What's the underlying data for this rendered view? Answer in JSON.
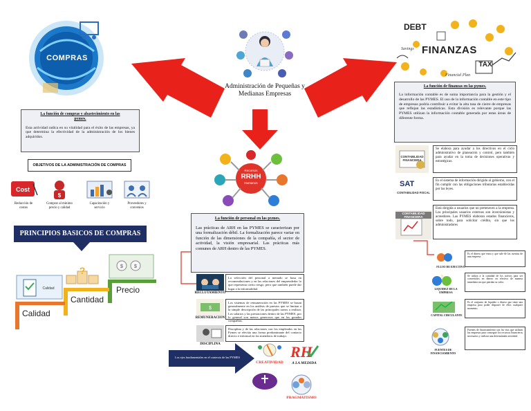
{
  "center": {
    "title_line1": "Administración de Pequeñas y",
    "title_line2": "Medianas Empresas"
  },
  "compras": {
    "logo_text": "COMPRAS",
    "box_title_line1": "La función de compras y abastecimiento en las",
    "box_title_line2": "pymes.",
    "box_text": "Esta actividad radica en su vitalidad para el éxito de las empresas, ya que determina la efectividad de la administración de los bienes adquiridos.",
    "objetivos_title": "OBJETIVOS DE LA ADMINISTRACIÓN DE COMPRAS",
    "objetivos": [
      {
        "label_line1": "Reducción de",
        "label_line2": "costos",
        "icon": "cost-down-icon"
      },
      {
        "label_line1": "Comprar al mínimo",
        "label_line2": "precio y calidad",
        "icon": "dollar-person-icon"
      },
      {
        "label_line1": "Capacitación y",
        "label_line2": "servicio",
        "icon": "training-icon"
      },
      {
        "label_line1": "Proveedores y",
        "label_line2": "convenios",
        "icon": "suppliers-icon"
      }
    ],
    "principios_title": "PRINCIPIOS BASICOS DE COMPRAS",
    "principios": [
      "Calidad",
      "Cantidad",
      "Precio"
    ]
  },
  "finanzas": {
    "word_debt": "DEBT",
    "word_savings": "Savings",
    "word_finanzas": "FINANZAS",
    "word_tax": "TAX",
    "word_financial_plan": "Financial Plan",
    "box_title": "La función de finanzas en las pymes.",
    "box_text": "La información contable es de suma importancia para la gestión y el desarrollo de las PYMES. El uso de la información contable en este tipo de empresas podría contribuir a evitar la alta tasa de cierre de empresas que reflejan las estadísticas. Esta división es relevante porque las PYMES utilizan la información contable generada por estas áreas de diferente forma.",
    "items": [
      {
        "img_text": "CONTABILIDAD FINANCIERA",
        "text": "Se elabora para ayudar a los directivos en el ciclo administrativo de planeación y control, pero también para ayudar en la toma de decisiones operativas y estratégicas."
      },
      {
        "img_text": "SAT",
        "caption": "CONTABILIDAD FISCAL",
        "text": "Es el sistema de información dirigido al gobierno, con el fin cumplir con las obligaciones tributarias establecidas por las leyes."
      },
      {
        "img_text": "CONTABILIDAD FINANCIERA",
        "text": "Está dirigida a usuarios que no pertenecen a la empresa. Los principales usuarios externos son inversionistas y acreedores. Las PYMES elaboran estados financieros, sobre todo, para solicitar crédito, sin que los administradores"
      }
    ],
    "small_items": [
      {
        "caption": "FLUJO DE EFECTIVO",
        "text": "Es el dinero que entra y que sale de las cuentas de una empresa."
      },
      {
        "caption": "LIQUIDEZ DE LA EMPRESA",
        "text": "Se utiliza a la cantidad de los activos para ser convertidos en dinero en efectivo de manera inmediata sin que pierdan su valor."
      },
      {
        "caption": "CAPITAL CIRCULANTE",
        "text": "Es el conjunto de liquidez o dinero que tiene una empresa para poder disponer de ellos cualquier momento."
      },
      {
        "caption": "FUENTES DE FINANCIAMIENTO",
        "text": "Fuentes de financiamiento son las vías que utilizan las empresas para conseguir los recursos financieros necesarios y realizar una determinada actividad."
      }
    ]
  },
  "rrhh": {
    "logo_top": "Recursos",
    "logo_main": "RRHH",
    "logo_bottom": "Humanos",
    "box_title": "La función de personal en las pymes.",
    "box_text": "Las prácticas de ARH en las PYMES se caracterizan por una formalización débil. La formalización parece variar en función de las dimensiones de la compañía, el sector de actividad, la visión empresarial. Las prácticas más comunes de ARH dentro de las PYMES.",
    "items": [
      {
        "caption": "RECLUTAMIENTO",
        "text": "La selección del personal a menudo se basa en recomendaciones y en las relaciones del emprendedor lo que representa cierto riesgo, pero que también puede dar lugar a la informalidad."
      },
      {
        "caption": "REMUNERACION",
        "text": "Los sistemas de remuneración en las PYMES se basan generalmente en los análisis de puestos que se limitan a la simple descripción de las principales tareas a realizar. Los salarios y las prestaciones dentro de las PYMES, por lo general son menos generosos que en las grandes compañías."
      },
      {
        "caption": "DISCIPLINA",
        "text": "Disciplina y de las relaciones con los empleados en las Pymes se efectúa una forma predominante del contacto directo e informal en los miembros de trabajo."
      }
    ],
    "arrow_text": "Los ejes fundamentales en el contexto de las PYMES",
    "ejes": [
      "CREATIVIDAD",
      "A LA MEDIDA",
      "PRAGMATISMO"
    ],
    "rh_logo": "RH"
  },
  "colors": {
    "arrow_red": "#e8221b",
    "navy": "#1f2f63",
    "box_bg": "#f3f4f8",
    "orange": "#e8762c",
    "yellow": "#f2b21b",
    "green": "#5a9e3c",
    "teal": "#1e7a9a"
  }
}
